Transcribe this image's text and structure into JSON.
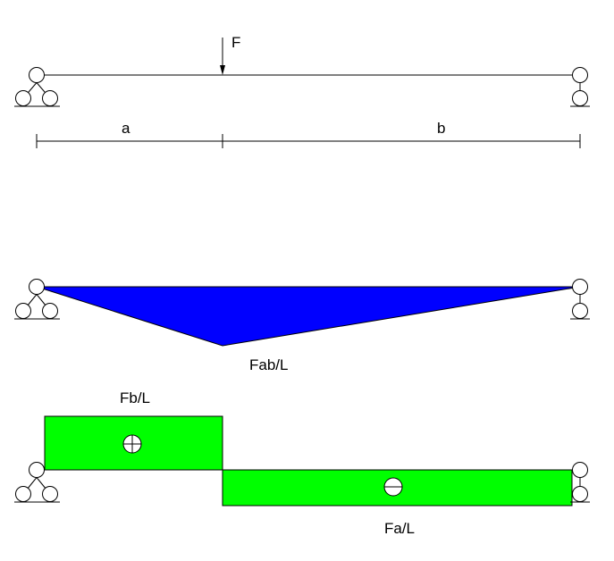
{
  "labels": {
    "force": "F",
    "span_a": "a",
    "span_b": "b",
    "moment_max": "Fab/L",
    "shear_left": "Fb/L",
    "shear_right": "Fa/L"
  },
  "colors": {
    "line": "#000000",
    "moment_fill": "#0000ff",
    "shear_fill": "#00ff00",
    "background": "#ffffff"
  }
}
